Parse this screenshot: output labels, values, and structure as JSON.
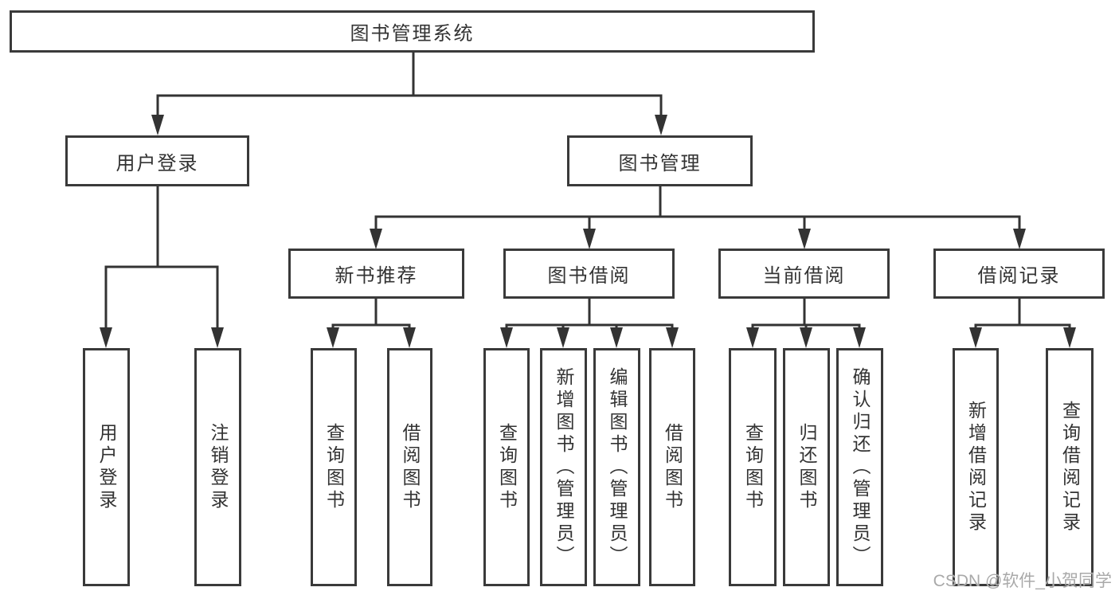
{
  "diagram": {
    "root": {
      "label": "图书管理系统"
    },
    "level2": [
      {
        "label": "用户登录"
      },
      {
        "label": "图书管理"
      }
    ],
    "level3": [
      {
        "label": "新书推荐",
        "parent": "图书管理"
      },
      {
        "label": "图书借阅",
        "parent": "图书管理"
      },
      {
        "label": "当前借阅",
        "parent": "图书管理"
      },
      {
        "label": "借阅记录",
        "parent": "图书管理"
      }
    ],
    "leaves": [
      {
        "label": "用户登录",
        "parent": "用户登录"
      },
      {
        "label": "注销登录",
        "parent": "用户登录"
      },
      {
        "label": "查询图书",
        "parent": "新书推荐"
      },
      {
        "label": "借阅图书",
        "parent": "新书推荐"
      },
      {
        "label": "查询图书",
        "parent": "图书借阅"
      },
      {
        "label": "新增图书（管理员）",
        "parent": "图书借阅"
      },
      {
        "label": "编辑图书（管理员）",
        "parent": "图书借阅"
      },
      {
        "label": "借阅图书",
        "parent": "图书借阅"
      },
      {
        "label": "查询图书",
        "parent": "当前借阅"
      },
      {
        "label": "归还图书",
        "parent": "当前借阅"
      },
      {
        "label": "确认归还（管理员）",
        "parent": "当前借阅"
      },
      {
        "label": "新增借阅记录",
        "parent": "借阅记录"
      },
      {
        "label": "查询借阅记录",
        "parent": "借阅记录"
      }
    ]
  },
  "watermark": {
    "text": "CSDN @软件_小贺同学"
  },
  "colors": {
    "line": "#333333",
    "border": "#3a3a3a",
    "text": "#333333",
    "background": "#ffffff",
    "watermark": "#a9a9a9"
  }
}
